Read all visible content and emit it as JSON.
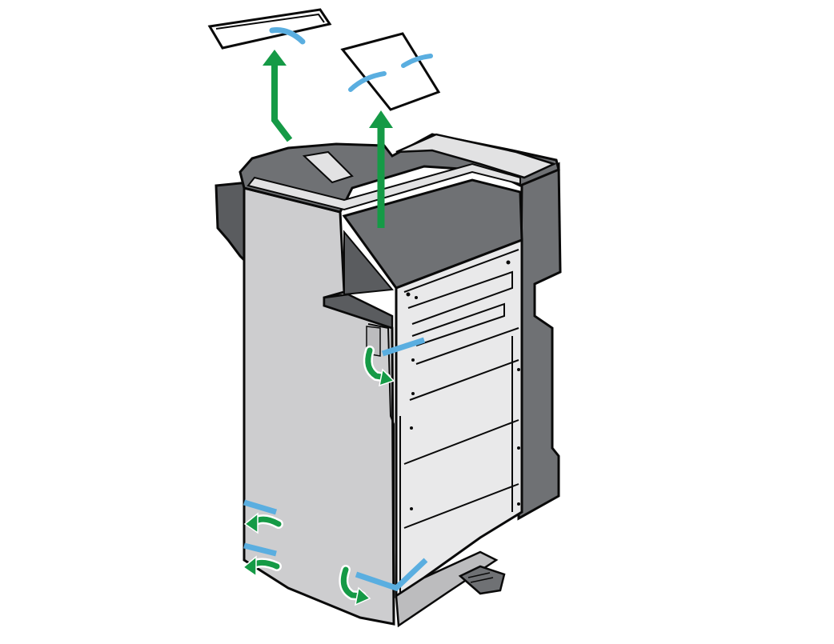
{
  "illustration": {
    "subject": "finisher-unit",
    "colors": {
      "outline": "#0a0a0a",
      "body_light": "#cdcdcf",
      "body_mid": "#bcbcbe",
      "door_panel": "#e9e9ea",
      "dark_gray": "#6f7174",
      "darker_gray": "#5a5c5f",
      "top_gray": "#e2e2e3",
      "tape_blue": "#5aaee0",
      "arrow_green": "#159a46",
      "paper": "#ffffff"
    },
    "icons": [
      "up-arrow-icon",
      "curved-arrow-icon"
    ],
    "removed_parts": [
      "packing-sheet",
      "packing-sheet"
    ],
    "tape_count": 6,
    "curved_arrow_count": 4,
    "up_arrow_count": 2
  }
}
